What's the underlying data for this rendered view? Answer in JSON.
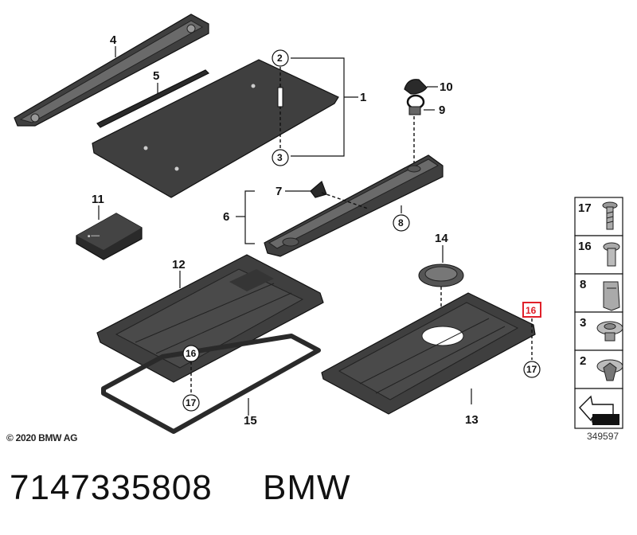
{
  "callouts": {
    "c1": "1",
    "c2": "2",
    "c3": "3",
    "c4": "4",
    "c5": "5",
    "c6": "6",
    "c7": "7",
    "c8": "8",
    "c9": "9",
    "c10": "10",
    "c11": "11",
    "c12": "12",
    "c13": "13",
    "c14": "14",
    "c15": "15",
    "c16a": "16",
    "c16b": "16",
    "c17a": "17",
    "c17b": "17"
  },
  "legend": {
    "items": [
      "17",
      "16",
      "8",
      "3",
      "2"
    ]
  },
  "footer": {
    "copyright": "© 2020 BMW AG",
    "diagram_id": "349597",
    "part_number": "7147335808",
    "brand": "BMW"
  },
  "colors": {
    "highlight": "#e0202a",
    "part": "#3f3f3f"
  }
}
